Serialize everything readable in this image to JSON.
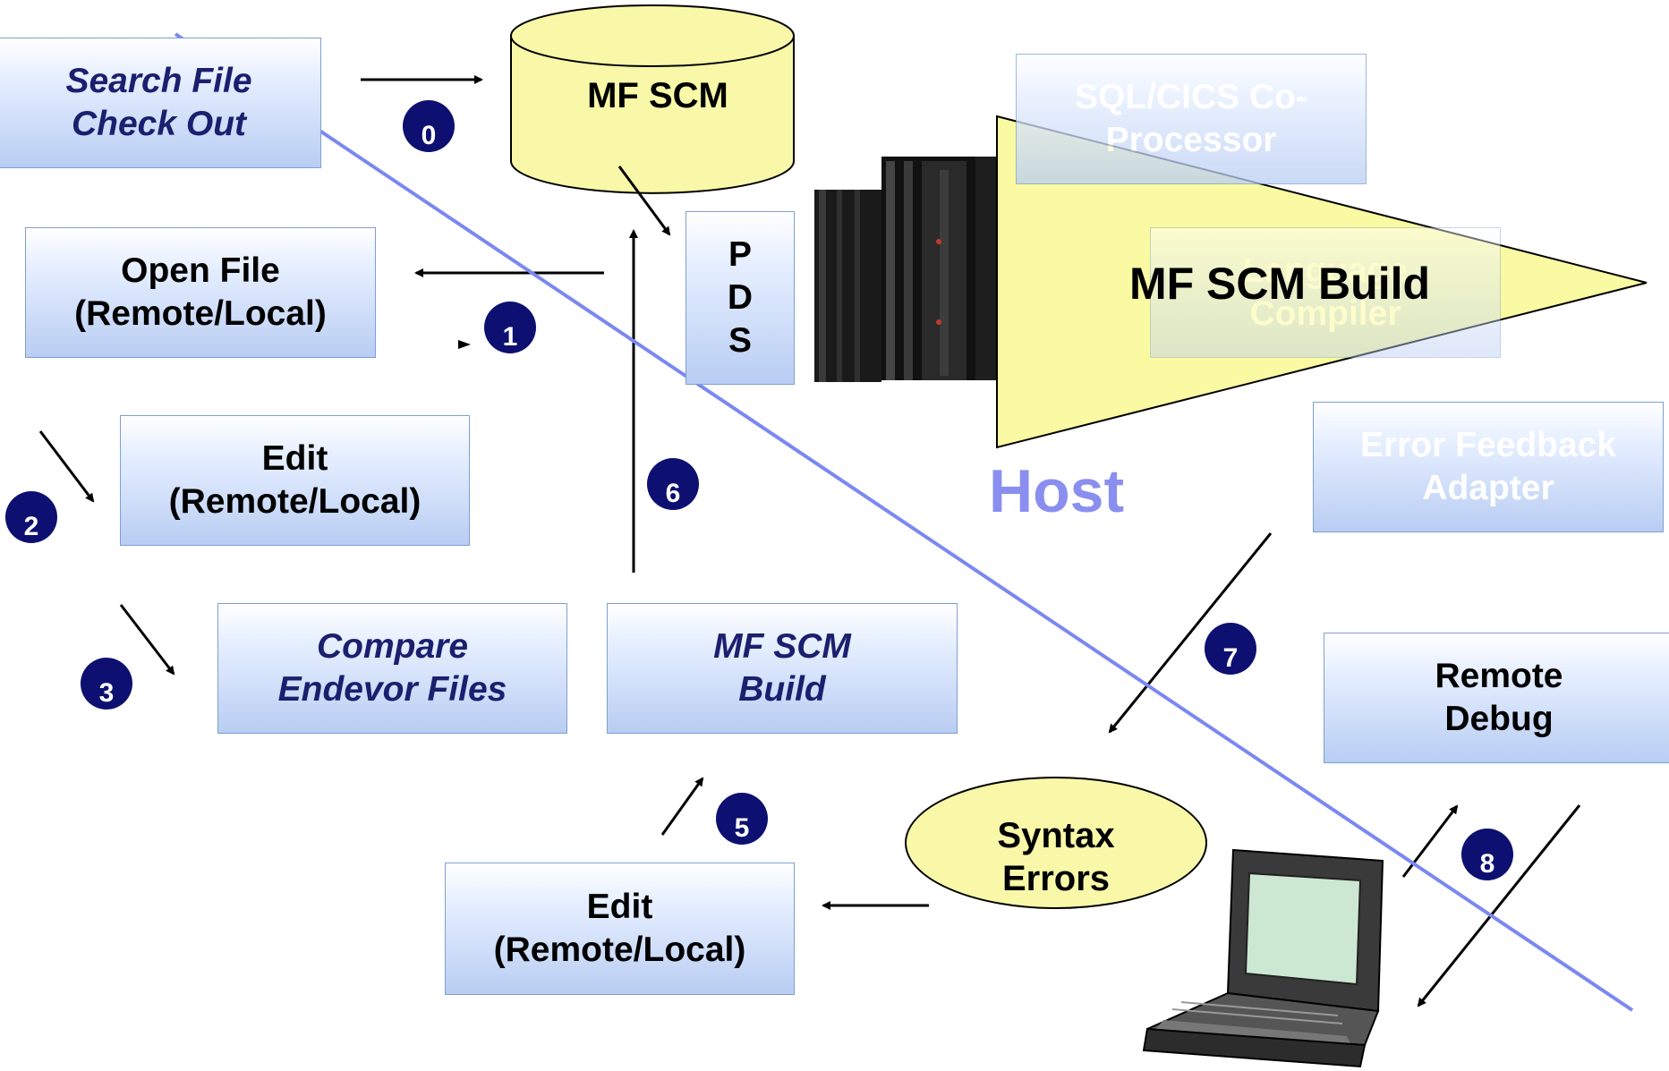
{
  "boxes": {
    "search_checkout": "Search File\nCheck Out",
    "open_file": "Open File\n(Remote/Local)",
    "edit_top": "Edit\n(Remote/Local)",
    "compare": "Compare\nEndevor Files",
    "mf_scm_build_box": "MF SCM\nBuild",
    "edit_bottom": "Edit\n(Remote/Local)",
    "sql_cics": "SQL/CICS Co-\nProcessor",
    "language_compiler": "Language\nCompiler",
    "error_feedback": "Error Feedback\nAdapter",
    "remote_debug": "Remote\nDebug"
  },
  "mf_scm_db": "MF SCM",
  "pds": "P\nD\nS",
  "build_triangle": "MF SCM Build",
  "host": "Host",
  "syntax_errors": "Syntax\nErrors",
  "steps": [
    "0",
    "1",
    "2",
    "3",
    "5",
    "6",
    "7",
    "8"
  ],
  "colors": {
    "box_border": "#7f9fd0",
    "step_circle": "#0d1070",
    "yellow": "#f8f8a8",
    "host_text": "#8a8fef",
    "divider": "#7b88f0"
  }
}
